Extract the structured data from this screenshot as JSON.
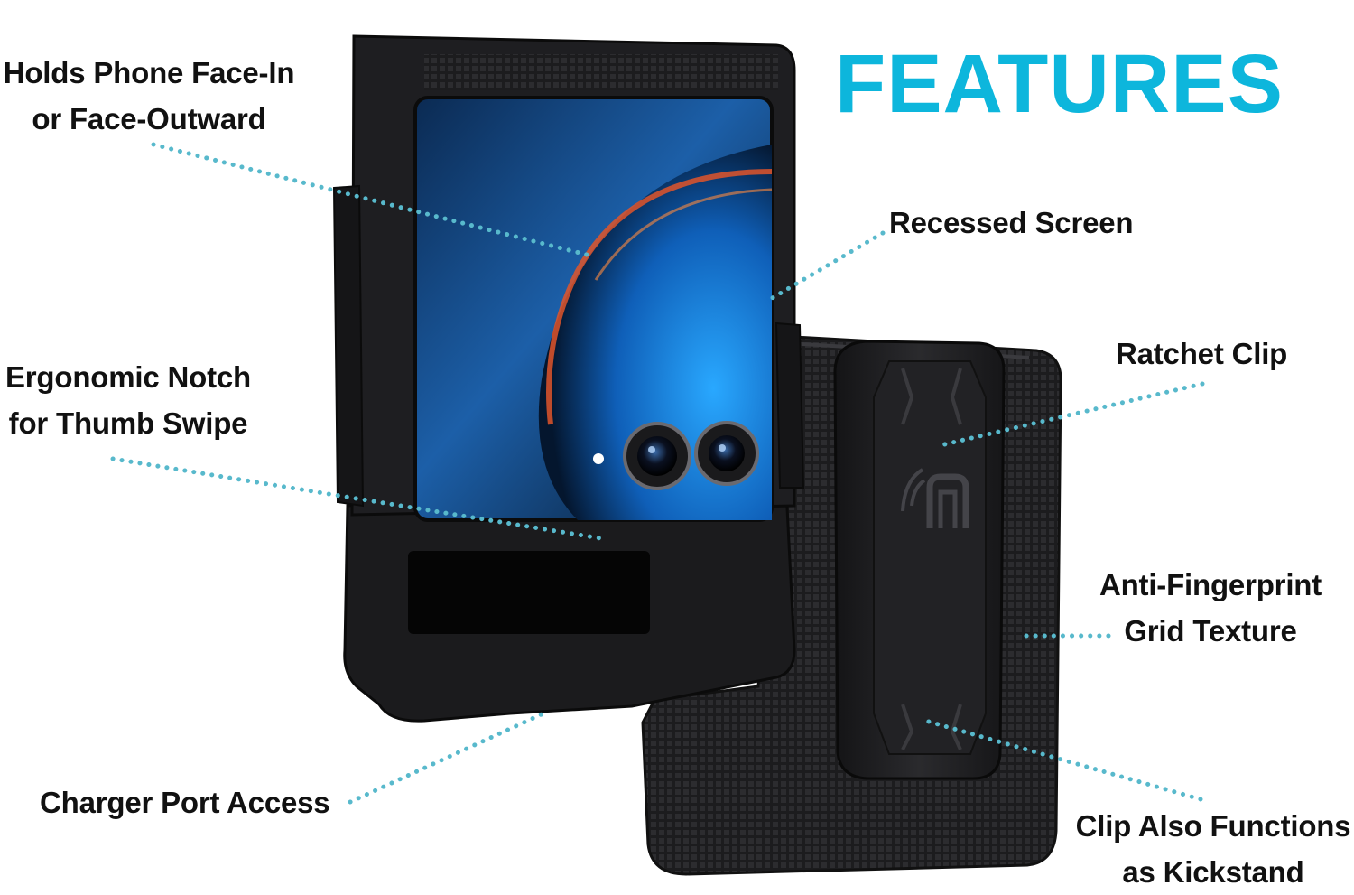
{
  "title": "FEATURES",
  "accent_color": "#0db6dc",
  "leader_color": "#58b9cc",
  "product_image": {
    "subject": "black holster case with belt clip for a flip phone",
    "icons": [
      "camera-lens-icon",
      "brand-logo-icon"
    ]
  },
  "callouts": {
    "holds_phone": {
      "line1": "Holds Phone Face-In",
      "line2": "or Face-Outward"
    },
    "recessed_screen": {
      "line1": "Recessed Screen"
    },
    "ergonomic_notch": {
      "line1": "Ergonomic Notch",
      "line2": "for Thumb Swipe"
    },
    "ratchet_clip": {
      "line1": "Ratchet Clip"
    },
    "anti_fingerprint": {
      "line1": "Anti-Fingerprint",
      "line2": "Grid Texture"
    },
    "charger_port": {
      "line1": "Charger Port Access"
    },
    "kickstand": {
      "line1": "Clip Also Functions",
      "line2": "as Kickstand"
    }
  }
}
